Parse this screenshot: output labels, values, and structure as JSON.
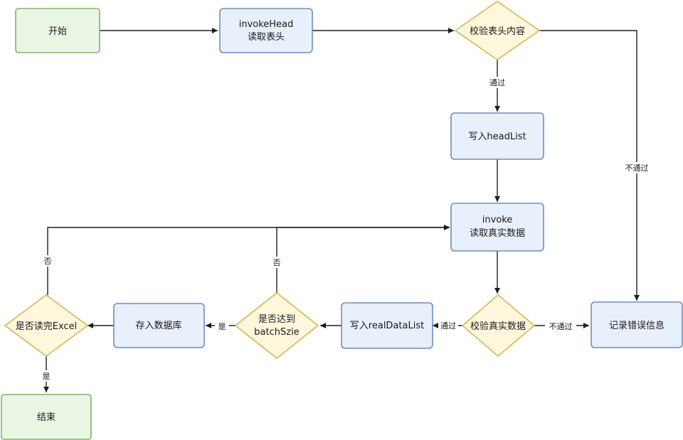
{
  "nodes": {
    "start": "开始",
    "invoke_head_line1": "invokeHead",
    "invoke_head_line2": "读取表头",
    "check_head": "校验表头内容",
    "write_headlist": "写入headList",
    "invoke_line1": "invoke",
    "invoke_line2": "读取真实数据",
    "check_data": "校验真实数据",
    "record_error": "记录错误信息",
    "write_realdata": "写入realDataList",
    "batch_line1": "是否达到",
    "batch_line2": "batchSzie",
    "save_db": "存入数据库",
    "read_done": "是否读完Excel",
    "end": "结束"
  },
  "edge_labels": {
    "pass_head": "通过",
    "fail_head": "不通过",
    "pass_data": "通过",
    "fail_data": "不通过",
    "batch_yes": "是",
    "batch_no": "否",
    "done_no": "否",
    "done_yes": "是"
  },
  "colors": {
    "terminal_fill": "#e9f6e4",
    "terminal_stroke": "#82b366",
    "process_fill": "#e8f0fb",
    "process_stroke": "#6c8ebf",
    "decision_fill": "#fff8dc",
    "decision_stroke": "#d6b656"
  }
}
